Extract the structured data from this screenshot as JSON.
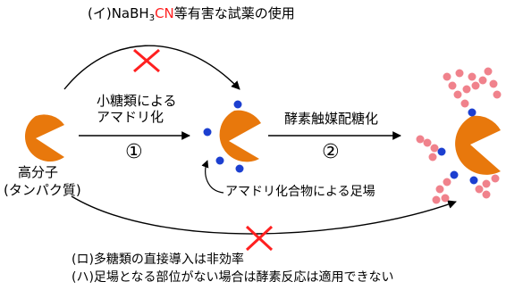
{
  "top_note": {
    "prefix": "(イ)NaBH",
    "sub": "3",
    "red_part": "CN",
    "suffix": "等有害な試薬の使用"
  },
  "step1": {
    "line1": "小糖類による",
    "line2": "アマドリ化",
    "number": "①"
  },
  "step2": {
    "label": "酵素触媒配糖化",
    "number": "②"
  },
  "protein": {
    "line1": "高分子",
    "line2": "(タンパク質)"
  },
  "scaffold_label": "アマドリ化合物による足場",
  "bottom_notes": [
    "(ロ)多糖類の直接導入は非効率",
    "(ハ)足場となる部位がない場合は酵素反応は適用できない"
  ],
  "colors": {
    "protein": "#e8780c",
    "site": "#1c3fd0",
    "sugar": "#f0828c",
    "cross": "#ff2020",
    "arrow": "#000000"
  }
}
